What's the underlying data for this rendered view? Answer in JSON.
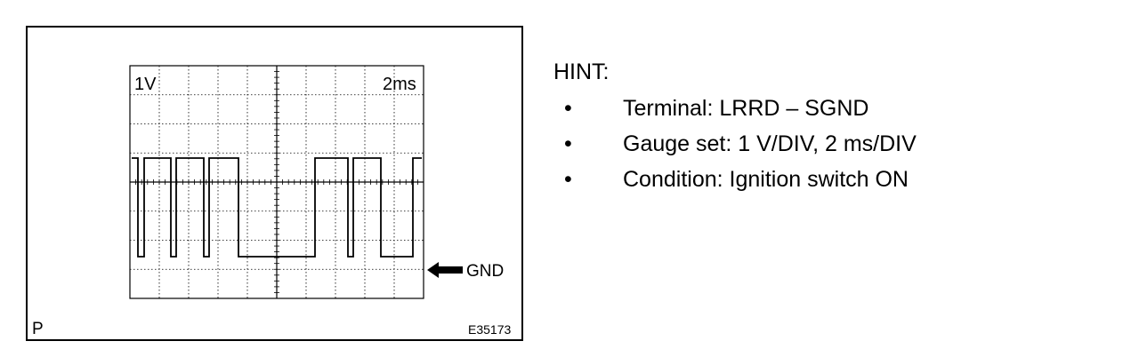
{
  "figure": {
    "volt_label": "1V",
    "time_label": "2ms",
    "gnd_label": "GND",
    "corner_label": "P",
    "code": "E35173",
    "line_color": "#000000"
  },
  "hint": {
    "title": "HINT:",
    "bullet": "•",
    "items": [
      "Terminal: LRRD – SGND",
      "Gauge set: 1 V/DIV, 2 ms/DIV",
      "Condition: Ignition switch ON"
    ]
  }
}
